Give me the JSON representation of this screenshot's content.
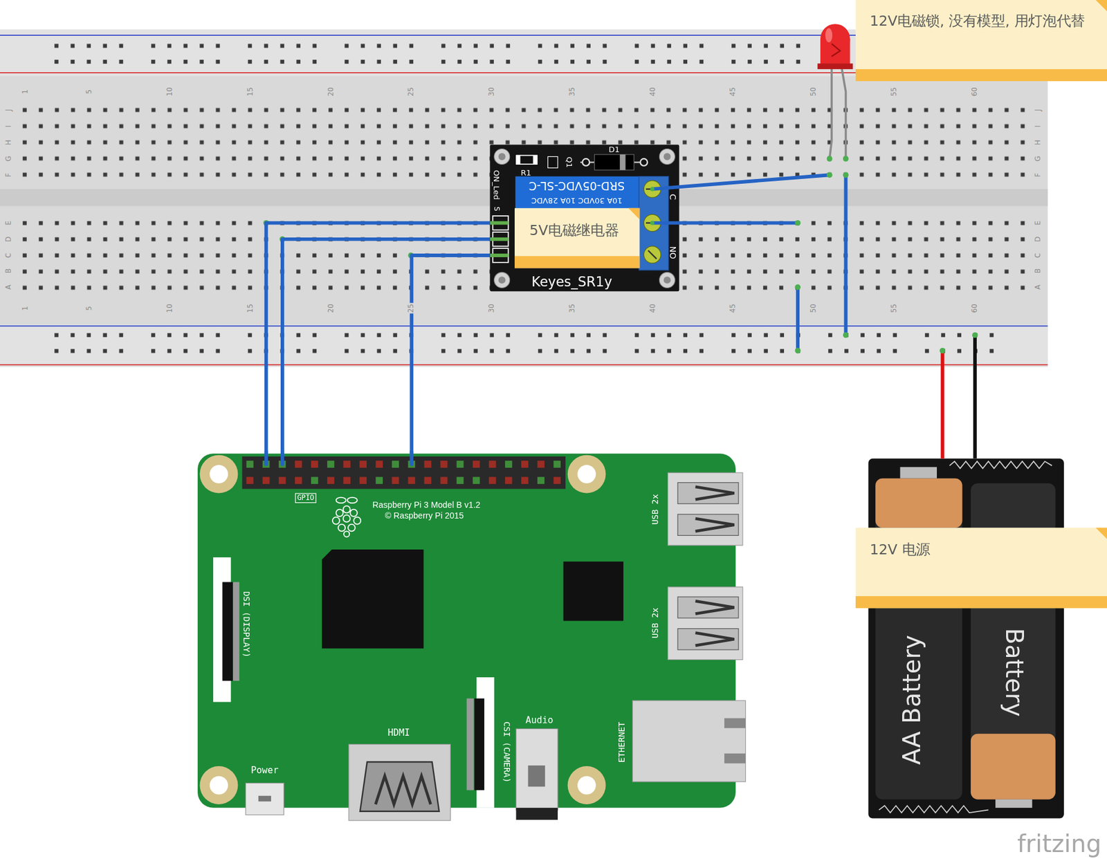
{
  "diagram": {
    "nodes": [
      {
        "text": [
          "12V电磁锁, 没有模型, 用灯泡代替"
        ]
      },
      {
        "text": [
          "D1",
          "R1",
          "Q1",
          "SRD-05VDC-SL-C",
          "10A 30VDC 10A 28VDC",
          "ON_Led",
          "C",
          "S",
          "NO",
          "Keyes_SR1y"
        ]
      },
      {
        "text": [
          "5V电磁继电器"
        ],
        "in": 1
      },
      {
        "text": [
          "GPIO",
          "Raspberry Pi 3 Model B v1.2",
          "© Raspberry Pi 2015",
          "USB 2x",
          "DSI (DISPLAY)",
          "USB 2x",
          "ETHERNET",
          "HDMI",
          "Audio",
          "CSI (CAMERA)",
          "Power"
        ]
      },
      {
        "text": [
          "AA Battery",
          "Battery"
        ]
      },
      {
        "text": [
          "12V 电源"
        ],
        "in": 4
      }
    ],
    "edges": [
      {
        "from": 1,
        "to": 3,
        "arrow": "none"
      },
      {
        "from": 1,
        "to": 3,
        "arrow": "none"
      },
      {
        "from": 1,
        "to": 3,
        "arrow": "none"
      }
    ],
    "labels": [
      "1",
      "5",
      "10",
      "15",
      "20",
      "25",
      "30",
      "35",
      "40",
      "45",
      "50",
      "55",
      "60",
      "J",
      "I",
      "H",
      "G",
      "F",
      "E",
      "D",
      "C",
      "B",
      "A",
      "J",
      "I",
      "H",
      "G",
      "F",
      "E",
      "D",
      "C",
      "B",
      "A",
      "1",
      "5",
      "10",
      "15",
      "20",
      "25",
      "30",
      "35",
      "40",
      "45",
      "50",
      "55",
      "60",
      "fritzing"
    ]
  }
}
